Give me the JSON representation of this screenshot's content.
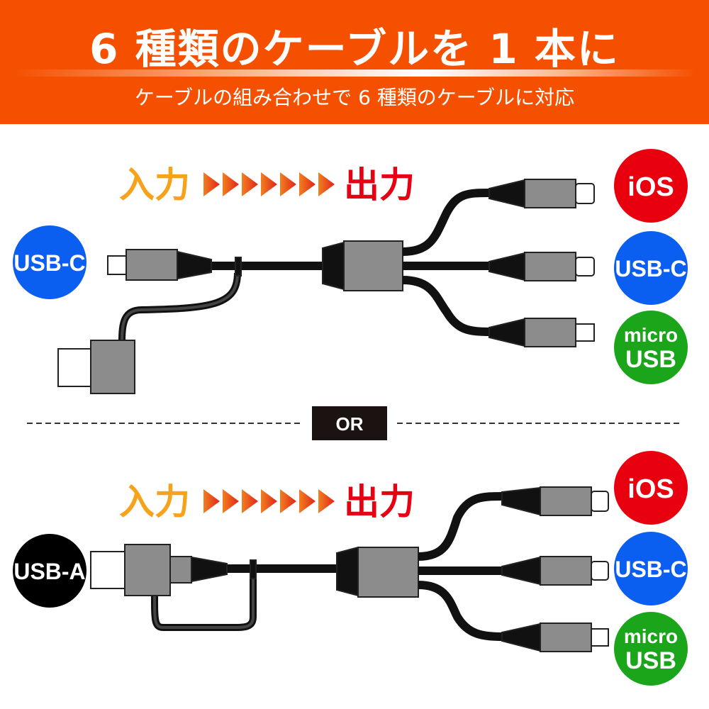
{
  "header": {
    "title": "6 種類のケーブルを 1 本に",
    "subtitle": "ケーブルの組み合わせで 6 種類のケーブルに対応"
  },
  "flow": {
    "input": "入力",
    "output": "出力"
  },
  "divider": {
    "label": "OR"
  },
  "section1": {
    "input_badge": "USB-C",
    "outputs": [
      {
        "line1": "iOS"
      },
      {
        "line1": "USB-C"
      },
      {
        "line1": "micro",
        "line2": "USB"
      }
    ]
  },
  "section2": {
    "input_badge": "USB-A",
    "outputs": [
      {
        "line1": "iOS"
      },
      {
        "line1": "USB-C"
      },
      {
        "line1": "micro",
        "line2": "USB"
      }
    ]
  },
  "colors": {
    "header": "#f55000",
    "ios": "#e8000e",
    "usbc": "#0a5ef0",
    "micro": "#1aa51a",
    "usba": "#000000",
    "input_text": "#f7a21b",
    "output_text": "#e60012"
  }
}
